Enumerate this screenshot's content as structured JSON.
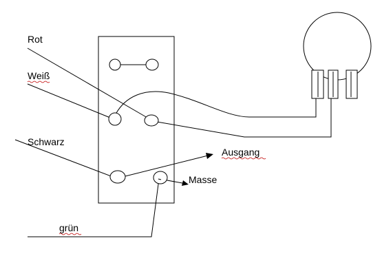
{
  "labels": {
    "rot": "Rot",
    "weiss": "Weiß",
    "schwarz": "Schwarz",
    "gruen": "grün",
    "ausgang": "Ausgang",
    "masse": "Masse"
  },
  "colors": {
    "line": "#000000",
    "spellcheck": "#c00000",
    "background": "#ffffff"
  }
}
